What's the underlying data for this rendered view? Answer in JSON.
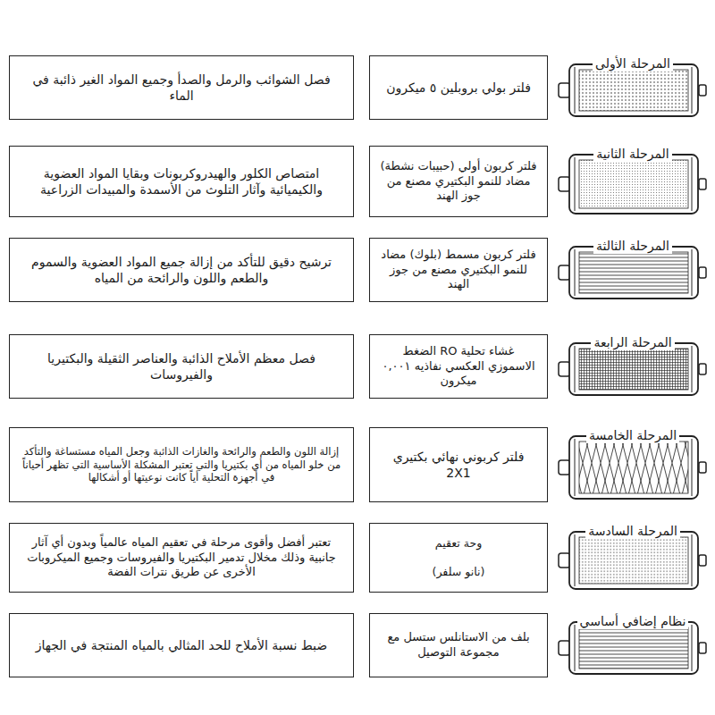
{
  "diagram": {
    "nodes": [
      {
        "text": [
          "المرحلة الأولى"
        ]
      },
      {
        "text": [
          "فلتر بولي بروبلين ٥ ميكرون"
        ]
      },
      {
        "text": [
          "فصل الشوائب والرمل والصدأ وجميع المواد الغير ذائبة في الماء"
        ]
      },
      {
        "text": [
          "المرحلة الثانية"
        ]
      },
      {
        "text": [
          "فلتر كربون أولي (حبيبات نشطة) مضاد للنمو البكتيري مصنع من جوز الهند"
        ]
      },
      {
        "text": [
          "امتصاص الكلور والهيدروكربونات وبقايا المواد العضوية والكيميائية وآثار التلوث من الأسمدة والمبيدات الزراعية"
        ]
      },
      {
        "text": [
          "المرحلة الثالثة"
        ]
      },
      {
        "text": [
          "فلتر كربون مسمط (بلوك) مضاد للنمو البكتيري مصنع من جوز الهند"
        ]
      },
      {
        "text": [
          "ترشيح دقيق للتأكد من إزالة جميع المواد العضوية والسموم والطعم واللون والرائحة من المياه"
        ]
      },
      {
        "text": [
          "المرحلة الرابعة"
        ]
      },
      {
        "text": [
          "غشاء تحلية RO الضغط الاسموزي العكسي نفاذيه ٠,٠٠١ ميكرون"
        ]
      },
      {
        "text": [
          "فصل معظم الأملاح الذائبة والعناصر الثقيلة والبكتيريا والفيروسات"
        ]
      },
      {
        "text": [
          "المرحلة الخامسة"
        ]
      },
      {
        "text": [
          "فلتر كربوني نهائي بكتيري 2X1"
        ]
      },
      {
        "text": [
          "إزالة اللون والطعم والرائحة والغازات الذائبة وجعل المياه مستساغة والتأكد من خلو المياه من أي بكتيريا والتي تعتبر المشكلة الأساسية التي تظهر أحياناً في أجهزة التحلية أياً كانت نوعيتها أو أشكالها"
        ]
      },
      {
        "text": [
          "المرحلة السادسة"
        ]
      },
      {
        "text": [
          "وحة تعقيم",
          "(نانو سلفر)"
        ]
      },
      {
        "text": [
          "تعتبر أفضل وأقوى مرحلة في تعقيم المياه عالمياً وبدون أي آثار جانبية وذلك مخلال تدمير البكتيريا والفيروسات وجميع الميكروبات الأخرى عن طريق نترات الفضة"
        ]
      },
      {
        "text": [
          "نظام إضافي أساسي"
        ]
      },
      {
        "text": [
          "بلف من الاستانلس ستسل مع مجموعة التوصيل"
        ]
      },
      {
        "text": [
          "ضبط نسبة الأملاح للحد المثالي بالمياه المنتجة في الجهاز"
        ]
      }
    ]
  }
}
